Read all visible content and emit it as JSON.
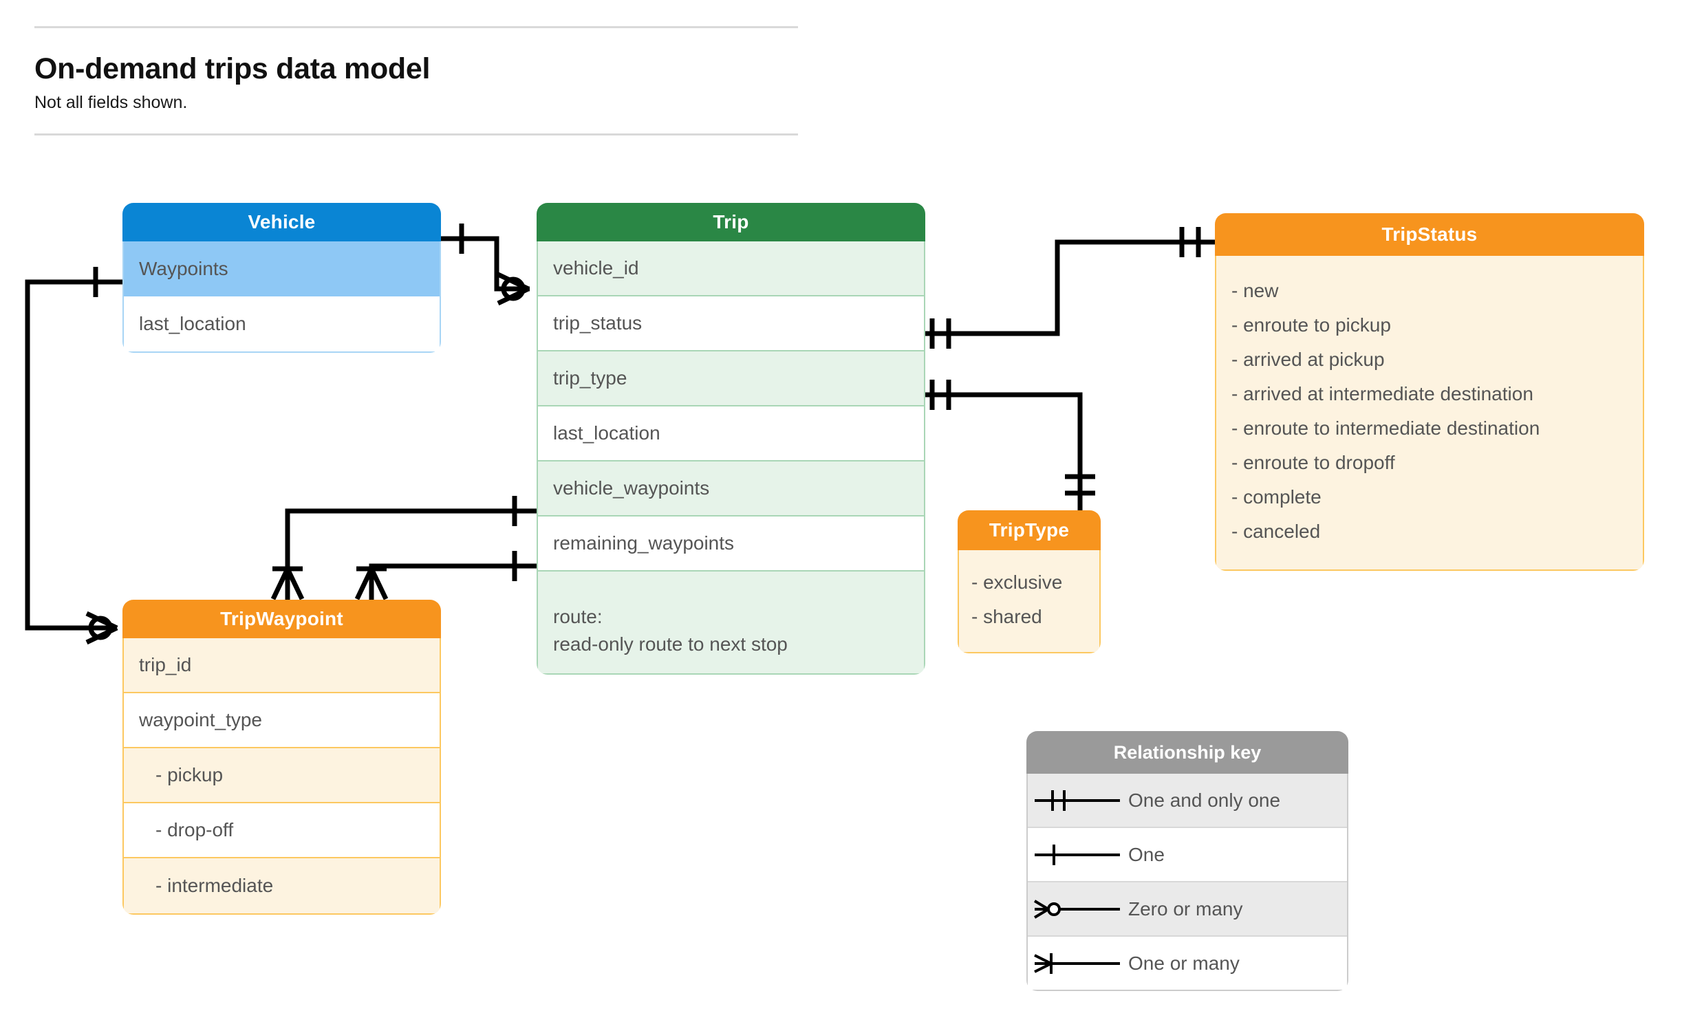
{
  "header": {
    "title": "On-demand trips data model",
    "subtitle": "Not all fields shown."
  },
  "colors": {
    "vehicle_header": "#0a85d4",
    "vehicle_row_alt": "#8ec8f5",
    "vehicle_border": "#a8d5f5",
    "trip_header": "#2a8745",
    "trip_row_alt": "#e6f3e9",
    "trip_border": "#a9d6b6",
    "orange_header": "#f7941e",
    "orange_row_alt": "#fdf3e0",
    "orange_border": "#fcc860",
    "key_header": "#9a9a9a",
    "key_row_shade": "#eaeaea",
    "text": "#555555",
    "line": "#000000"
  },
  "entities": {
    "vehicle": {
      "name": "Vehicle",
      "fields": [
        {
          "label": "Waypoints"
        },
        {
          "label": "last_location"
        }
      ]
    },
    "trip": {
      "name": "Trip",
      "fields": [
        {
          "label": "vehicle_id"
        },
        {
          "label": "trip_status"
        },
        {
          "label": "trip_type"
        },
        {
          "label": "last_location"
        },
        {
          "label": "vehicle_waypoints"
        },
        {
          "label": "remaining_waypoints"
        }
      ],
      "route_field": {
        "line1": "route:",
        "line2": "read-only route to next stop"
      }
    },
    "trip_waypoint": {
      "name": "TripWaypoint",
      "fields": [
        {
          "label": "trip_id"
        },
        {
          "label": "waypoint_type"
        },
        {
          "label": "-  pickup"
        },
        {
          "label": "-  drop-off"
        },
        {
          "label": "-  intermediate"
        }
      ]
    },
    "trip_status": {
      "name": "TripStatus",
      "values": [
        "- new",
        "- enroute to pickup",
        "- arrived at pickup",
        "- arrived at intermediate destination",
        "- enroute to intermediate destination",
        "- enroute to dropoff",
        "- complete",
        "- canceled"
      ]
    },
    "trip_type": {
      "name": "TripType",
      "values": [
        "- exclusive",
        "- shared"
      ]
    }
  },
  "relationship_key": {
    "title": "Relationship key",
    "rows": [
      {
        "symbol": "one-and-only-one",
        "label": "One and only one"
      },
      {
        "symbol": "one",
        "label": "One"
      },
      {
        "symbol": "zero-or-many",
        "label": "Zero or many"
      },
      {
        "symbol": "one-or-many",
        "label": "One or many"
      }
    ]
  },
  "relationships": [
    {
      "from": "Vehicle",
      "from_card": "one",
      "to": "Trip.vehicle_id",
      "to_card": "zero-or-many"
    },
    {
      "from": "Vehicle.Waypoints",
      "from_card": "one",
      "to": "TripWaypoint",
      "to_card": "zero-or-many"
    },
    {
      "from": "Trip.trip_status",
      "from_card": "one-and-only-one",
      "to": "TripStatus",
      "to_card": "one-and-only-one"
    },
    {
      "from": "Trip.trip_type",
      "from_card": "one-and-only-one",
      "to": "TripType",
      "to_card": "one-and-only-one"
    },
    {
      "from": "Trip.vehicle_waypoints",
      "from_card": "one",
      "to": "TripWaypoint",
      "to_card": "one-or-many"
    },
    {
      "from": "Trip.remaining_waypoints",
      "from_card": "one",
      "to": "TripWaypoint",
      "to_card": "one-or-many"
    }
  ]
}
